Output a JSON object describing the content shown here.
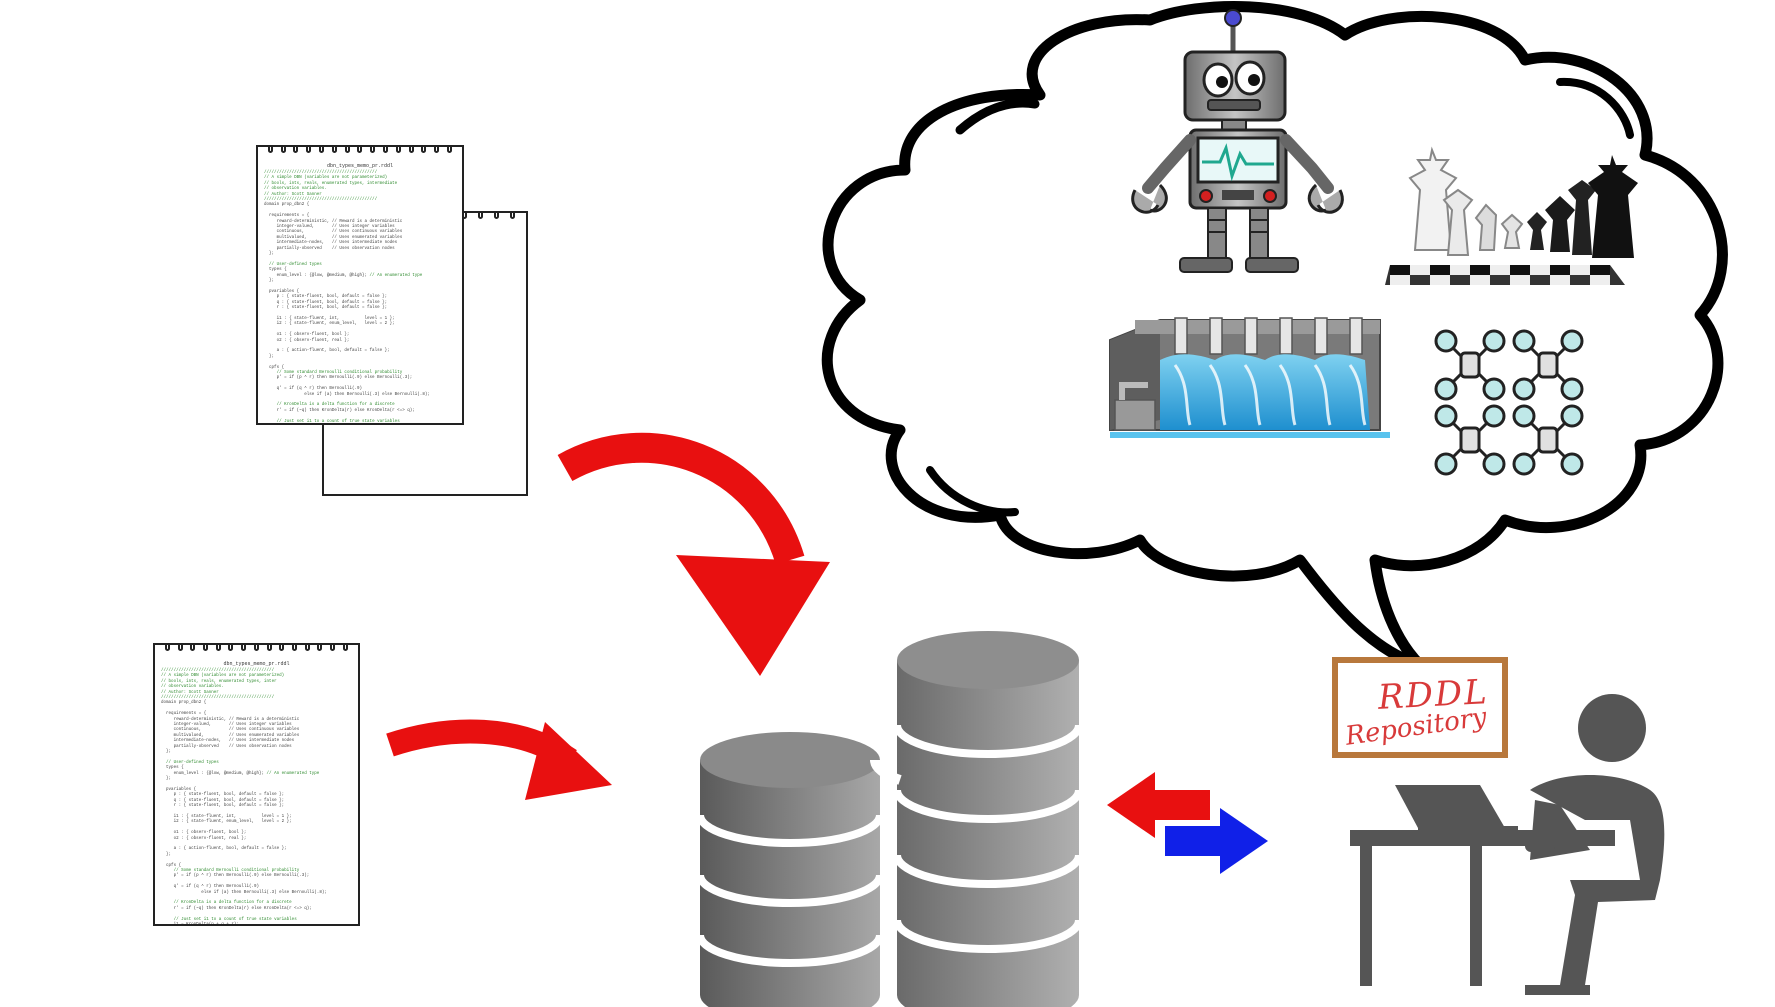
{
  "code_sheets": [
    {
      "id": "sheet-top-front",
      "filename": "dbn_types_memo_pr.rddl"
    },
    {
      "id": "sheet-bottom",
      "filename": "dbn_types_memo_pr.rddl"
    }
  ],
  "whiteboard": {
    "line1": "RDDL",
    "line2": "Repository"
  },
  "thought_bubble": {
    "icons": [
      "robot-icon",
      "chess-icon",
      "dam-icon",
      "drones-icon"
    ]
  },
  "colors": {
    "arrow_red": "#e81010",
    "arrow_blue": "#1020e8",
    "db_dark": "#5a5a5a",
    "db_light": "#a8a8a8",
    "person": "#555555",
    "board_frame": "#b8783c",
    "board_text": "#d83a3a"
  }
}
